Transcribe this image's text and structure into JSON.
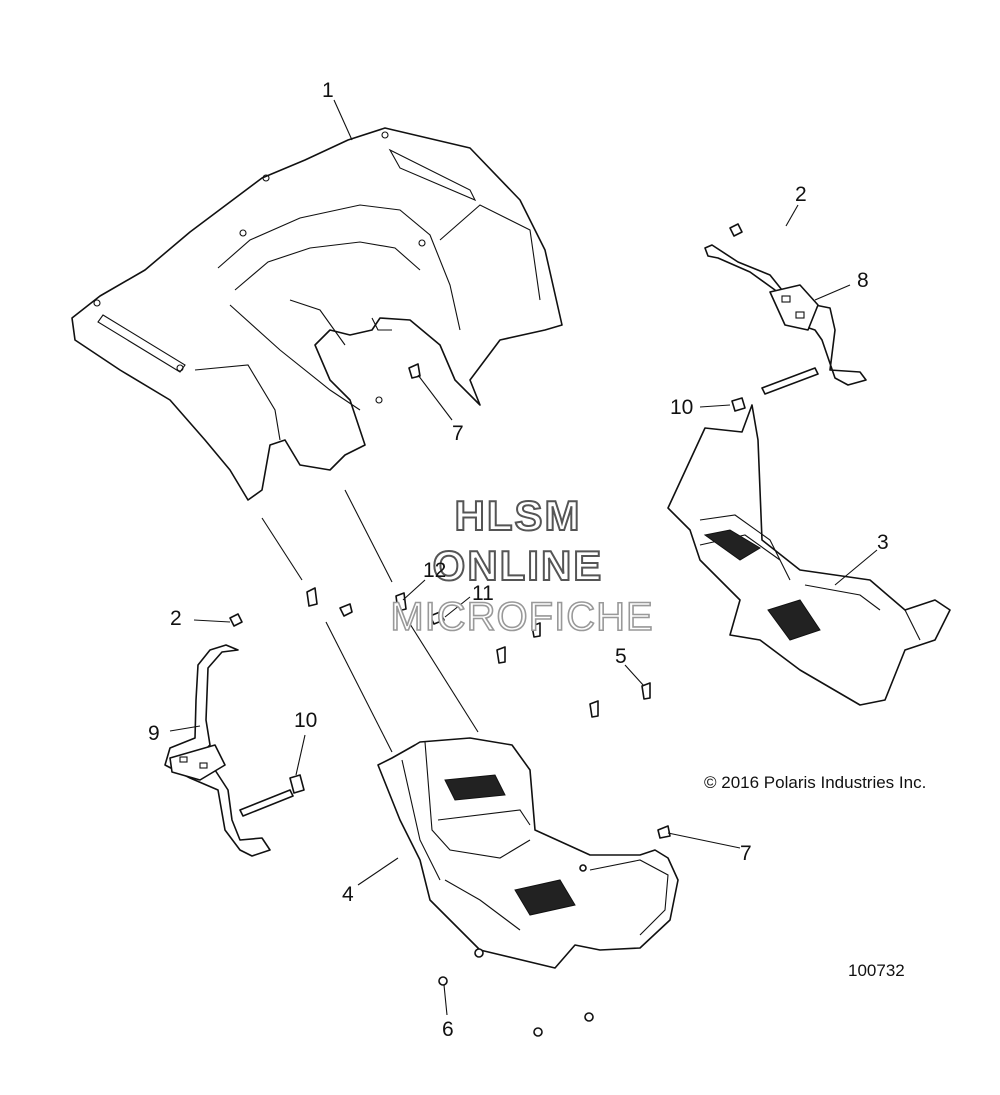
{
  "diagram": {
    "callouts": [
      {
        "id": "c1",
        "label": "1"
      },
      {
        "id": "c2a",
        "label": "2"
      },
      {
        "id": "c8",
        "label": "8"
      },
      {
        "id": "c10a",
        "label": "10"
      },
      {
        "id": "c7a",
        "label": "7"
      },
      {
        "id": "c3",
        "label": "3"
      },
      {
        "id": "c12",
        "label": "12"
      },
      {
        "id": "c11",
        "label": "11"
      },
      {
        "id": "c2b",
        "label": "2"
      },
      {
        "id": "c5",
        "label": "5"
      },
      {
        "id": "c9",
        "label": "9"
      },
      {
        "id": "c10b",
        "label": "10"
      },
      {
        "id": "c7b",
        "label": "7"
      },
      {
        "id": "c4",
        "label": "4"
      },
      {
        "id": "c6",
        "label": "6"
      }
    ],
    "watermark": {
      "line1": "HLSM",
      "line2": "ONLINE",
      "line3": "MICROFICHE"
    },
    "copyright": "© 2016 Polaris Industries Inc.",
    "figure_number": "100732"
  }
}
